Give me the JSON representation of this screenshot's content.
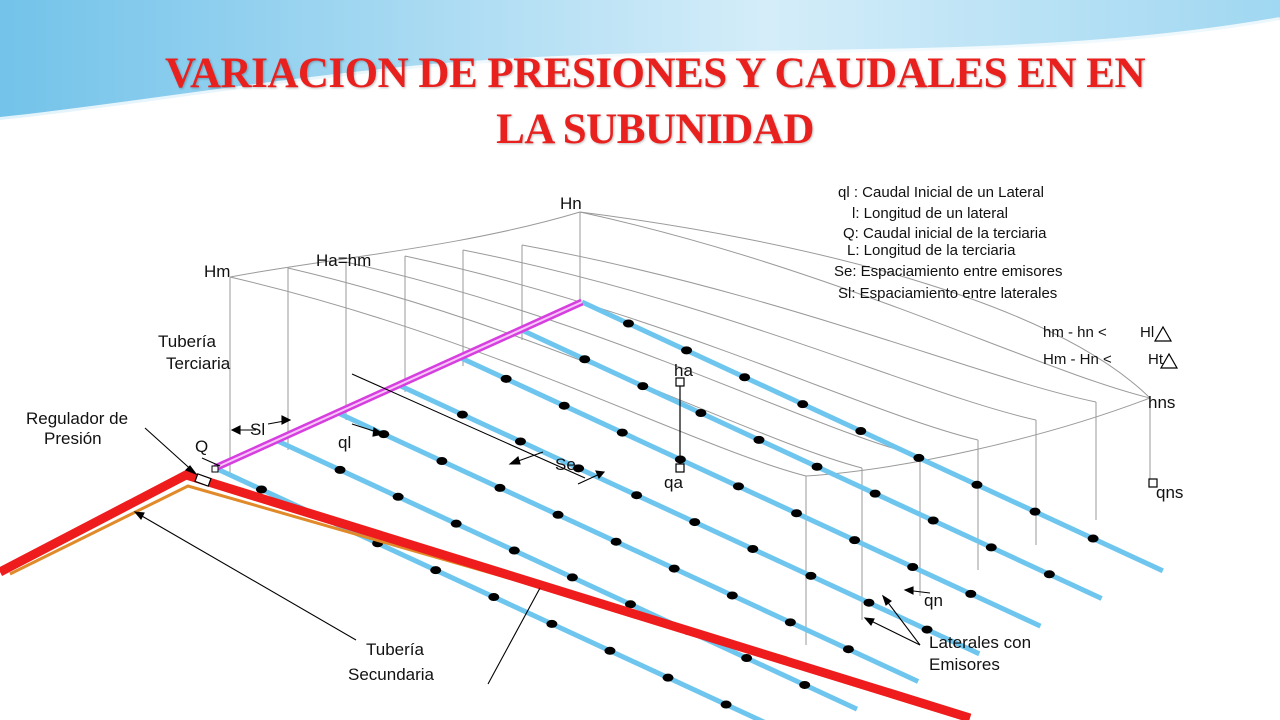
{
  "title": {
    "line1": "VARIACION  DE PRESIONES Y CAUDALES EN  EN",
    "line2": "LA SUBUNIDAD"
  },
  "labels": {
    "hn": "Hn",
    "hm": "Hm",
    "ha_hm": "Ha=hm",
    "tuberia_terciaria_1": "Tubería",
    "tuberia_terciaria_2": "Terciaria",
    "regulador_1": "Regulador de",
    "regulador_2": "Presión",
    "q": "Q",
    "sl": "Sl",
    "ql": "ql",
    "se": "Se",
    "ha": "ha",
    "qa": "qa",
    "hns": "hns",
    "qns": "qns",
    "qn": "qn",
    "laterales_1": "Laterales con",
    "laterales_2": "Emisores",
    "tuberia_secundaria_1": "Tubería",
    "tuberia_secundaria_2": "Secundaria"
  },
  "legend": [
    "ql : Caudal Inicial de un Lateral",
    "l: Longitud de un lateral",
    "Q: Caudal inicial de la terciaria",
    "L: Longitud de la terciaria",
    "Se: Espaciamiento entre emisores",
    "Sl: Espaciamiento entre laterales"
  ],
  "equations": {
    "eq1": "hm - hn <",
    "eq1_sym": "Hl",
    "eq2": "Hm - Hn <",
    "eq2_sym": "Ht"
  },
  "colors": {
    "title": "#e8211f",
    "secondary_pipe": "#ee1c1c",
    "tertiary_pipe": "#d63ee0",
    "laterals": "#6ec6ee",
    "emitters": "#000000",
    "grid_lines": "#9a9a9a"
  }
}
